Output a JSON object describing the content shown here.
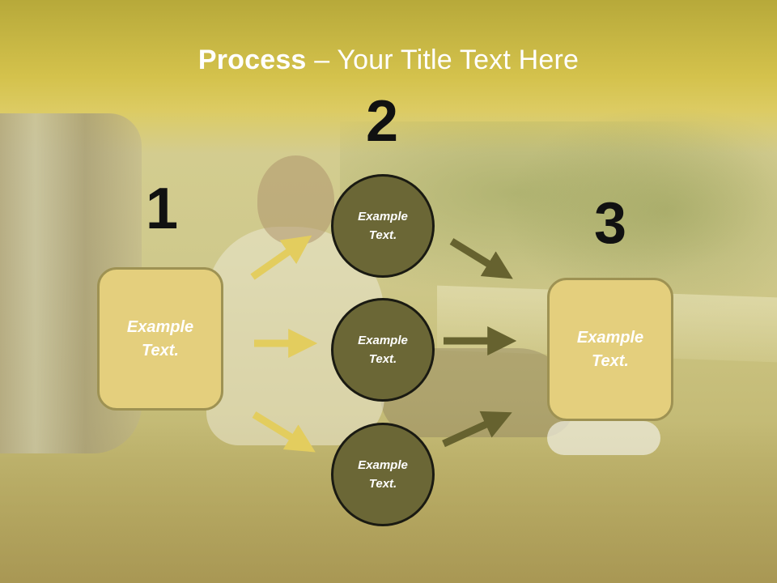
{
  "title": {
    "bold": "Process",
    "rest": " – Your Title Text Here"
  },
  "steps": {
    "one": "1",
    "two": "2",
    "three": "3"
  },
  "boxes": {
    "left": "Example Text.",
    "right": "Example Text."
  },
  "circles": {
    "top": "Example Text.",
    "middle": "Example Text.",
    "bottom": "Example Text."
  },
  "colors": {
    "box_fill": "#e4cf7d",
    "box_border": "#9e9253",
    "circle_fill": "#6b6736",
    "arrow_light": "#e3cd5e",
    "arrow_dark": "#66622f",
    "title_band": "#d4c24c"
  }
}
